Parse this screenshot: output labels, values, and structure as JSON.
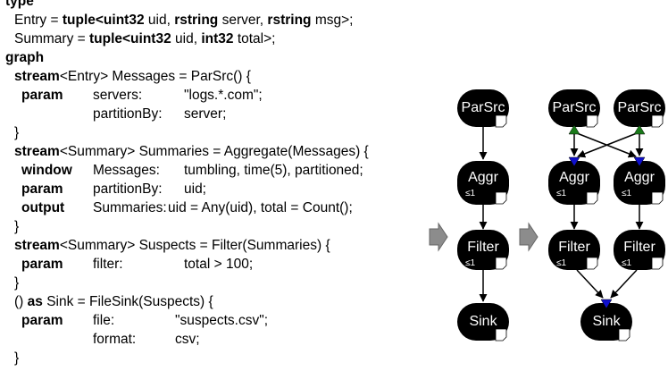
{
  "code": {
    "type_kw": "type",
    "entry_def_pre": "Entry = ",
    "entry_tuple_open": "tuple<uint32",
    "entry_uid": " uid, ",
    "entry_rstring1": "rstring",
    "entry_server": " server, ",
    "entry_rstring2": "rstring",
    "entry_msg": " msg>;",
    "summary_def_pre": "Summary = ",
    "summary_tuple_open": "tuple<uint32",
    "summary_uid": " uid, ",
    "summary_int32": "int32",
    "summary_total": " total>;",
    "graph_kw": "graph",
    "stream_kw": "stream",
    "s1_rest": "<Entry> Messages = ParSrc() {",
    "param_kw": "param",
    "s1_p1_key": "servers:",
    "s1_p1_val": "\"logs.*.com\";",
    "s1_p2_key": "partitionBy:",
    "s1_p2_val": "server;",
    "close_brace": "}",
    "s2_rest": "<Summary> Summaries = Aggregate(Messages) {",
    "window_kw": "window",
    "s2_w_key": "Messages:",
    "s2_w_val": "tumbling, time(5), partitioned;",
    "s2_p_key": "partitionBy:",
    "s2_p_val": "uid;",
    "output_kw": "output",
    "s2_o_key": "Summaries:",
    "s2_o_val": "uid = Any(uid), total = Count();",
    "s3_rest": "<Summary> Suspects = Filter(Summaries) {",
    "s3_p_key": "filter:",
    "s3_p_val": "total > 100;",
    "s4_pre": "() ",
    "as_kw": "as",
    "s4_rest": " Sink = FileSink(Suspects) {",
    "s4_p1_key": "file:",
    "s4_p1_val": "\"suspects.csv\";",
    "s4_p2_key": "format:",
    "s4_p2_val": "csv;"
  },
  "diagram": {
    "colors": {
      "node": "#000000",
      "node_text": "#ffffff",
      "arrow_fill": "#8c8c8c",
      "split_port": "#1a7a1a",
      "merge_port": "#1010cc"
    },
    "left": {
      "parsrc": "ParSrc",
      "aggr": "Aggr",
      "aggr_sub": "≤1",
      "filter": "Filter",
      "filter_sub": "≤1",
      "sink": "Sink"
    },
    "right": {
      "parsrc_a": "ParSrc",
      "parsrc_b": "ParSrc",
      "aggr_a": "Aggr",
      "aggr_a_sub": "≤1",
      "aggr_b": "Aggr",
      "aggr_b_sub": "≤1",
      "filter_a": "Filter",
      "filter_a_sub": "≤1",
      "filter_b": "Filter",
      "filter_b_sub": "≤1",
      "sink": "Sink"
    }
  }
}
